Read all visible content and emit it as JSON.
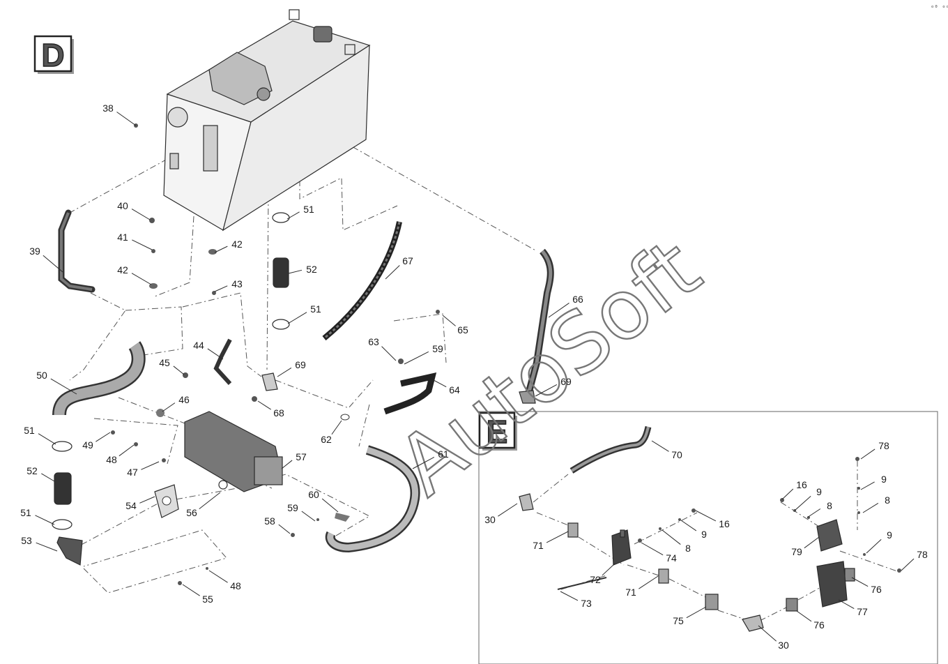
{
  "section_d": {
    "letter": "D"
  },
  "section_e": {
    "letter": "E"
  },
  "watermark": "AutoSoft",
  "corner_mark": "ᵒ⁰ ᵒᵒᵒ",
  "callouts_d": [
    {
      "id": "38",
      "t": "38"
    },
    {
      "id": "39",
      "t": "39"
    },
    {
      "id": "40",
      "t": "40"
    },
    {
      "id": "41",
      "t": "41"
    },
    {
      "id": "42a",
      "t": "42"
    },
    {
      "id": "42b",
      "t": "42"
    },
    {
      "id": "43",
      "t": "43"
    },
    {
      "id": "44",
      "t": "44"
    },
    {
      "id": "45",
      "t": "45"
    },
    {
      "id": "46",
      "t": "46"
    },
    {
      "id": "47",
      "t": "47"
    },
    {
      "id": "48a",
      "t": "48"
    },
    {
      "id": "48b",
      "t": "48"
    },
    {
      "id": "49",
      "t": "49"
    },
    {
      "id": "50",
      "t": "50"
    },
    {
      "id": "51a",
      "t": "51"
    },
    {
      "id": "51b",
      "t": "51"
    },
    {
      "id": "51c",
      "t": "51"
    },
    {
      "id": "51d",
      "t": "51"
    },
    {
      "id": "52a",
      "t": "52"
    },
    {
      "id": "52b",
      "t": "52"
    },
    {
      "id": "53",
      "t": "53"
    },
    {
      "id": "54",
      "t": "54"
    },
    {
      "id": "55",
      "t": "55"
    },
    {
      "id": "56",
      "t": "56"
    },
    {
      "id": "57",
      "t": "57"
    },
    {
      "id": "58",
      "t": "58"
    },
    {
      "id": "59a",
      "t": "59"
    },
    {
      "id": "59b",
      "t": "59"
    },
    {
      "id": "60",
      "t": "60"
    },
    {
      "id": "61",
      "t": "61"
    },
    {
      "id": "62",
      "t": "62"
    },
    {
      "id": "63",
      "t": "63"
    },
    {
      "id": "64",
      "t": "64"
    },
    {
      "id": "65",
      "t": "65"
    },
    {
      "id": "66",
      "t": "66"
    },
    {
      "id": "67",
      "t": "67"
    },
    {
      "id": "68",
      "t": "68"
    },
    {
      "id": "69a",
      "t": "69"
    },
    {
      "id": "69b",
      "t": "69"
    }
  ],
  "callouts_e": [
    {
      "id": "70",
      "t": "70"
    },
    {
      "id": "30a",
      "t": "30"
    },
    {
      "id": "30b",
      "t": "30"
    },
    {
      "id": "71a",
      "t": "71"
    },
    {
      "id": "71b",
      "t": "71"
    },
    {
      "id": "72",
      "t": "72"
    },
    {
      "id": "73",
      "t": "73"
    },
    {
      "id": "74",
      "t": "74"
    },
    {
      "id": "75",
      "t": "75"
    },
    {
      "id": "76a",
      "t": "76"
    },
    {
      "id": "76b",
      "t": "76"
    },
    {
      "id": "77",
      "t": "77"
    },
    {
      "id": "78a",
      "t": "78"
    },
    {
      "id": "78b",
      "t": "78"
    },
    {
      "id": "79",
      "t": "79"
    },
    {
      "id": "8a",
      "t": "8"
    },
    {
      "id": "8b",
      "t": "8"
    },
    {
      "id": "8c",
      "t": "8"
    },
    {
      "id": "9a",
      "t": "9"
    },
    {
      "id": "9b",
      "t": "9"
    },
    {
      "id": "9c",
      "t": "9"
    },
    {
      "id": "9d",
      "t": "9"
    },
    {
      "id": "16a",
      "t": "16"
    },
    {
      "id": "16b",
      "t": "16"
    }
  ]
}
